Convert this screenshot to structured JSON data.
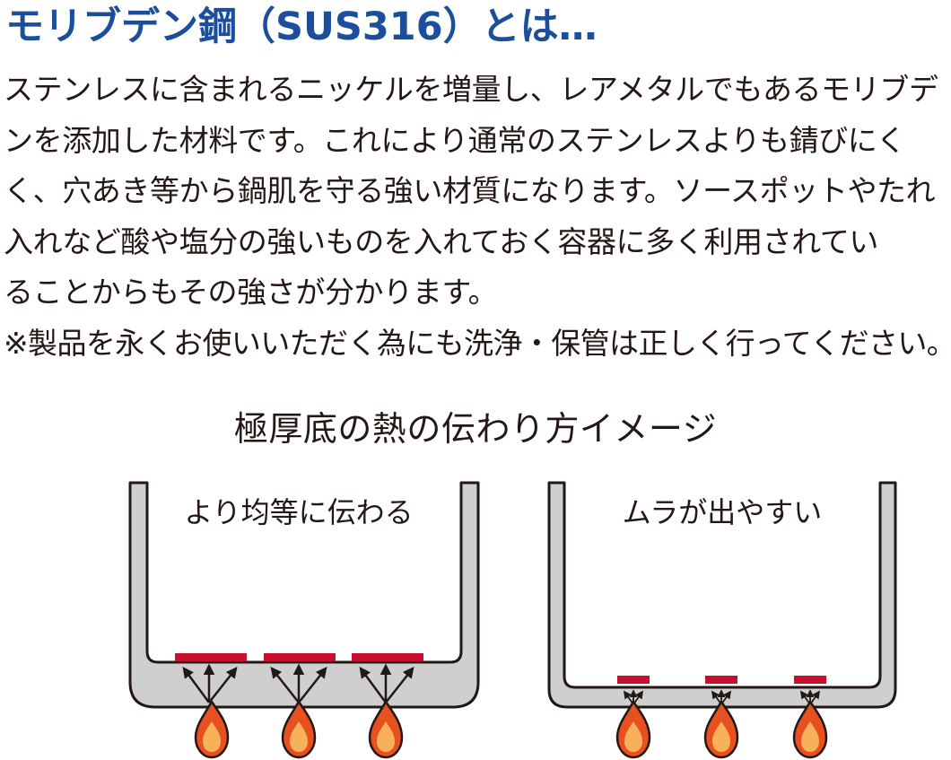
{
  "title": "モリブデン鋼（SUS316）とは…",
  "body_lines": [
    "ステンレスに含まれるニッケルを増量し、レアメタルでもあるモリブデ",
    "ンを添加した材料です。これにより通常のステンレスよりも錆びにく",
    "く、穴あき等から鍋肌を守る強い材質になります。ソースポットやたれ",
    "入れなど酸や塩分の強いものを入れておく容器に多く利用されてい",
    "ることからもその強さが分かります。"
  ],
  "note": "※製品を永くお使いいただく為にも洗浄・保管は正しく行ってください。",
  "diagram": {
    "title": "極厚底の熱の伝わり方イメージ",
    "left_pot_label": "より均等に伝わる",
    "right_pot_label": "ムラが出やすい"
  },
  "colors": {
    "title_blue": "#1b4f9c",
    "text": "#231815",
    "pot_fill": "#cfcfcf",
    "heat_red": "#c8102e",
    "flame_outer": "#e8501f",
    "flame_inner": "#f7b15a"
  },
  "icons": {
    "flame": "flame-icon",
    "arrow": "heat-arrow-icon"
  }
}
